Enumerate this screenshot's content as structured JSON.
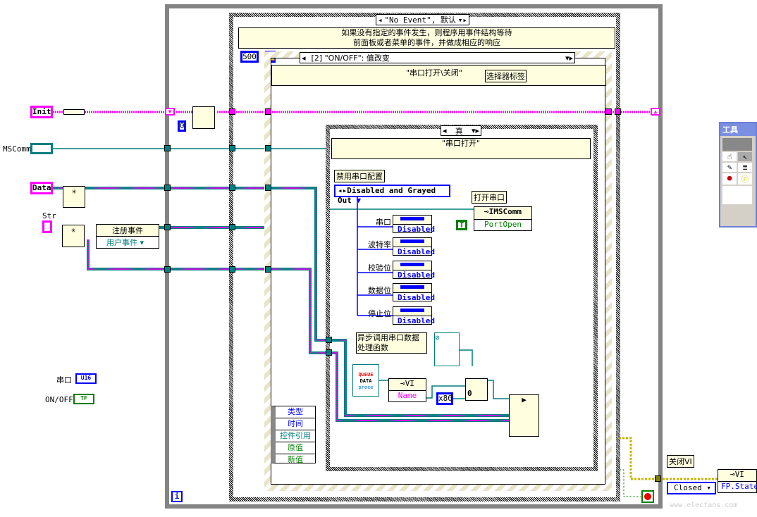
{
  "event_structure": {
    "selector": "\"No Event\", 默认",
    "comment": "如果没有指定的事件发生，则程序用事件结构等待\n前面板或者菜单的事件，并做成相应的响应",
    "timeout": "500"
  },
  "outer_case": {
    "selector": "[2] \"ON/OFF\": 值改变",
    "comment": "\"串口打开\\关闭\"",
    "selector_label": "选择器标签"
  },
  "inner_case": {
    "selector": "真",
    "comment": "\"串口打开\"",
    "disable_label": "禁用串口配置",
    "disable_value": "Disabled and Grayed Out",
    "open_label": "打开串口",
    "property_class": "IMSComm",
    "property_name": "PortOpen",
    "true_const": "T",
    "properties": [
      {
        "label": "串口",
        "value": "Disabled"
      },
      {
        "label": "波特率",
        "value": "Disabled"
      },
      {
        "label": "校验位",
        "value": "Disabled"
      },
      {
        "label": "数据位",
        "value": "Disabled"
      },
      {
        "label": "停止位",
        "value": "Disabled"
      }
    ],
    "async_comment": "异步调用串口数据\n处理函数",
    "vi_ref_lines": [
      "QUEUE",
      "DATA",
      "proce"
    ],
    "vi_property": "VI",
    "vi_property_name": "Name",
    "hex_const": "x80",
    "zero": "0"
  },
  "event_data": [
    "类型",
    "时间",
    "控件引用",
    "原值",
    "新值"
  ],
  "left": {
    "init": "Init",
    "mscomm": "MSComm",
    "data": "Data",
    "str": "Str",
    "register": "注册事件",
    "user_event": "用户事件",
    "zero": "0",
    "port": "串口",
    "port_type": "U16",
    "onoff": "ON/OFF",
    "onoff_type": "TF"
  },
  "right": {
    "close_label": "关闭VI",
    "close_value": "Closed",
    "vi_prop": "VI",
    "fp_state": "FP.State"
  },
  "tools_palette": {
    "title": "工具"
  },
  "watermark": "www.elecfans.com"
}
